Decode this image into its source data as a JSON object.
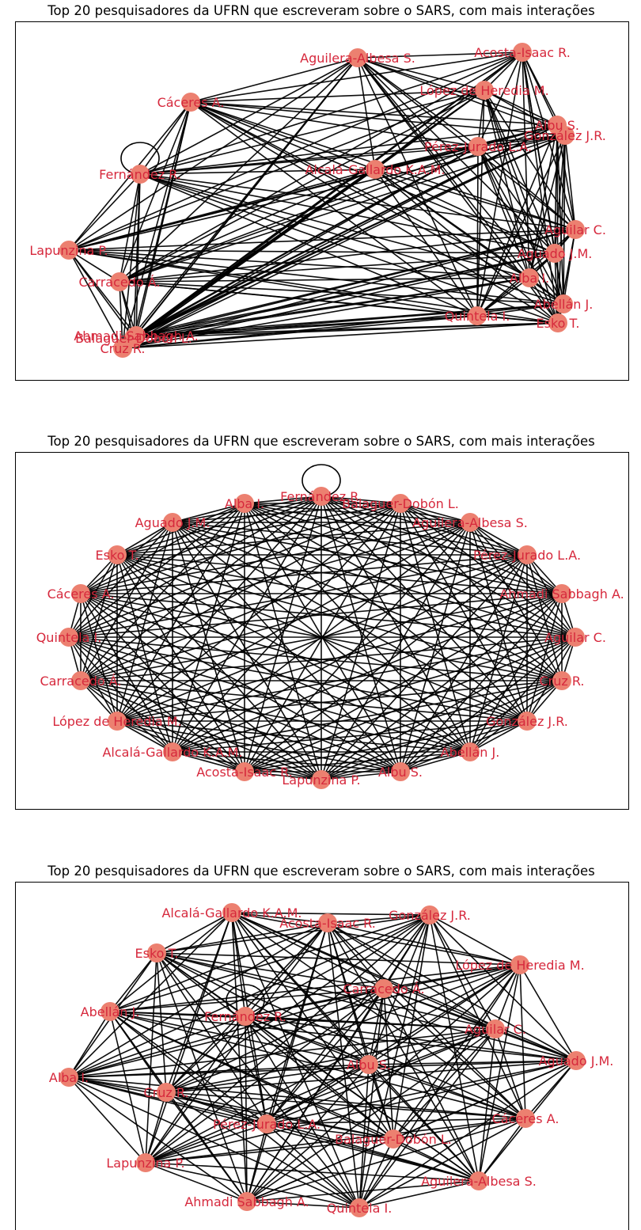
{
  "panels": [
    {
      "title": "Top 20 pesquisadores da UFRN que escreveram sobre o SARS, com mais interações",
      "nodes": [
        {
          "label": "Aguilera-Albesa S."
        },
        {
          "label": "Acosta-Isaac R."
        },
        {
          "label": "López de Heredia M."
        },
        {
          "label": "Cáceres A."
        },
        {
          "label": "Albu S."
        },
        {
          "label": "González J.R."
        },
        {
          "label": "Pérez-Jurado L.A."
        },
        {
          "label": "Fernández R."
        },
        {
          "label": "Alcalá-Gallardo K.A.M."
        },
        {
          "label": "Lapunzina P."
        },
        {
          "label": "Aguilar C."
        },
        {
          "label": "Aguado J.M."
        },
        {
          "label": "Carracedo Á."
        },
        {
          "label": "Alba I."
        },
        {
          "label": "Abellán J."
        },
        {
          "label": "Quintela I."
        },
        {
          "label": "Esko T."
        },
        {
          "label": "Ahmadi Sabbagh A."
        },
        {
          "label": "Balaguer-Dobón L."
        },
        {
          "label": "Cruz R."
        }
      ]
    },
    {
      "title": "Top 20 pesquisadores da UFRN que escreveram sobre o SARS, com mais interações",
      "nodes": [
        {
          "label": "Fernández R."
        },
        {
          "label": "Balaguer-Dobón L."
        },
        {
          "label": "Aguilera-Albesa S."
        },
        {
          "label": "Pérez-Jurado L.A."
        },
        {
          "label": "Ahmadi Sabbagh A."
        },
        {
          "label": "Aguilar C."
        },
        {
          "label": "Cruz R."
        },
        {
          "label": "González J.R."
        },
        {
          "label": "Abellán J."
        },
        {
          "label": "Albu S."
        },
        {
          "label": "Lapunzina P."
        },
        {
          "label": "Acosta-Isaac R."
        },
        {
          "label": "Alcalá-Gallardo K.A.M."
        },
        {
          "label": "López de Heredia M."
        },
        {
          "label": "Carracedo Á."
        },
        {
          "label": "Quintela I."
        },
        {
          "label": "Cáceres A."
        },
        {
          "label": "Esko T."
        },
        {
          "label": "Aguado J.M."
        },
        {
          "label": "Alba I."
        }
      ]
    },
    {
      "title": "Top 20 pesquisadores da UFRN que escreveram sobre o SARS, com mais interações",
      "nodes": [
        {
          "label": "Alcalá-Gallardo K.A.M."
        },
        {
          "label": "González J.R."
        },
        {
          "label": "Acosta-Isaac R."
        },
        {
          "label": "Esko T."
        },
        {
          "label": "López de Heredia M."
        },
        {
          "label": "Carracedo Á."
        },
        {
          "label": "Abellán J."
        },
        {
          "label": "Fernández R."
        },
        {
          "label": "Aguilar C."
        },
        {
          "label": "Aguado J.M."
        },
        {
          "label": "Alba I."
        },
        {
          "label": "Albu S."
        },
        {
          "label": "Cruz R."
        },
        {
          "label": "Pérez-Jurado L.A."
        },
        {
          "label": "Cáceres A."
        },
        {
          "label": "Balaguer-Dobón L."
        },
        {
          "label": "Lapunzina P."
        },
        {
          "label": "Aguilera-Albesa S."
        },
        {
          "label": "Ahmadi Sabbagh A."
        },
        {
          "label": "Quintela I."
        }
      ]
    }
  ],
  "colors": {
    "node_fill": "#ec8070",
    "label_color": "#d6283c",
    "edge_color": "#000000"
  }
}
